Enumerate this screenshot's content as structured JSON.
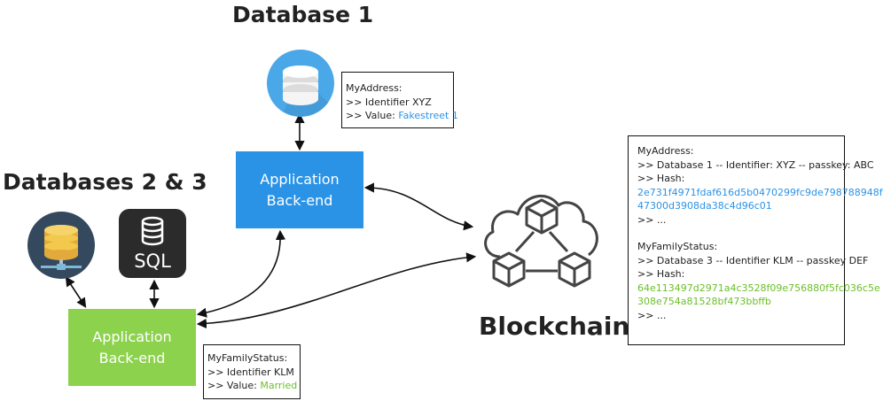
{
  "titles": {
    "database1": "Database 1",
    "databases23": "Databases 2 & 3",
    "blockchain": "Blockchain"
  },
  "app_backend_blue": {
    "line1": "Application",
    "line2": "Back-end",
    "color": "#2b93e6"
  },
  "app_backend_green": {
    "line1": "Application",
    "line2": "Back-end",
    "color": "#8cd24d"
  },
  "sql_icon": {
    "label": "SQL"
  },
  "note_db1": {
    "heading": "MyAddress:",
    "line1": ">> Identifier XYZ",
    "line2_prefix": ">> Value: ",
    "value": "Fakestreet 1"
  },
  "note_family": {
    "heading": "MyFamilyStatus:",
    "line1": ">> Identifier KLM",
    "line2_prefix": ">> Value: ",
    "value": "Married"
  },
  "note_chain": {
    "block1": {
      "heading": "MyAddress:",
      "line1": ">> Database 1 -- Identifier: XYZ -- passkey: ABC",
      "line2": ">> Hash:",
      "hash_a": "2e731f4971fdaf616d5b0470299fc9de798788948f",
      "hash_b": "47300d3908da38c4d96c01",
      "line3": ">> ..."
    },
    "block2": {
      "heading": "MyFamilyStatus:",
      "line1": ">> Database 3 -- Identifier KLM -- passkey DEF",
      "line2": ">> Hash:",
      "hash_a": "64e113497d2971a4c3528f09e756880f5fc036c5e",
      "hash_b": "308e754a81528bf473bbffb",
      "line3": ">> ..."
    }
  },
  "colors": {
    "blue_value": "#2b93e6",
    "green_value": "#6cbf2a"
  }
}
